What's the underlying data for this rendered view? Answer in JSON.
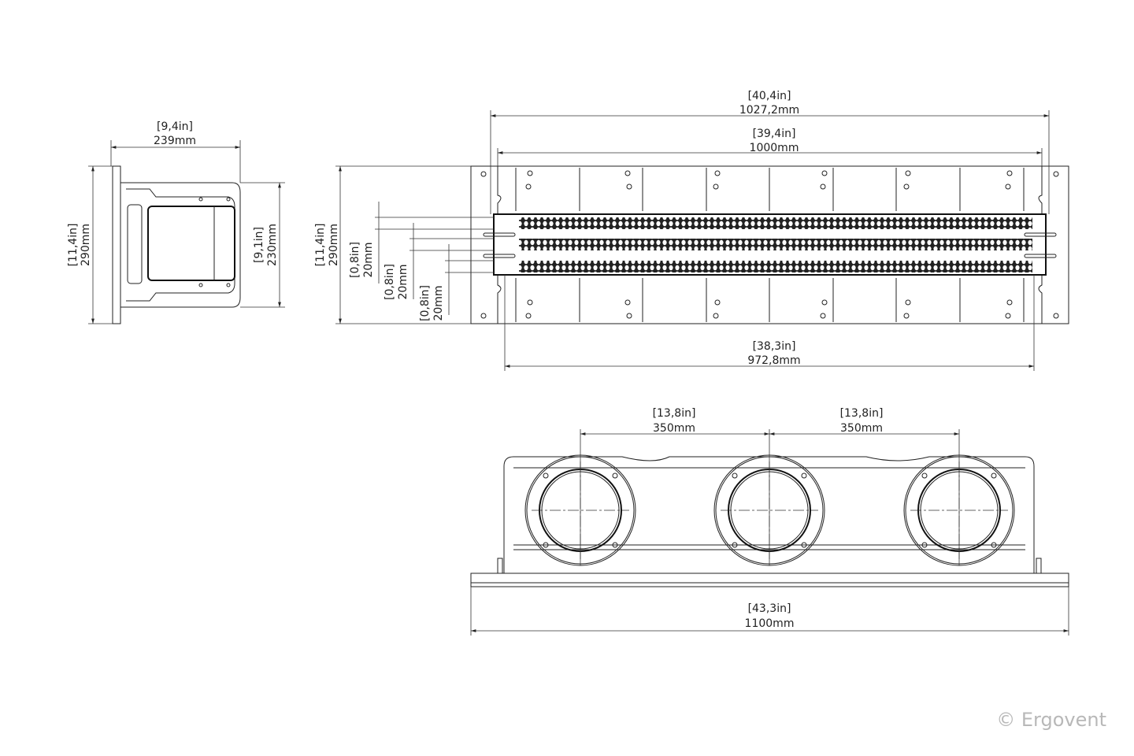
{
  "side_view": {
    "width_in": "[9,4in]",
    "width_mm": "239mm",
    "height_in": "[11,4in]",
    "height_mm": "290mm",
    "inner_in": "[9,1in]",
    "inner_mm": "230mm"
  },
  "top_view": {
    "overall_in": "[40,4in]",
    "overall_mm": "1027,2mm",
    "slot_in": "[39,4in]",
    "slot_mm": "1000mm",
    "bottom_in": "[38,3in]",
    "bottom_mm": "972,8mm",
    "height_in": "[11,4in]",
    "height_mm": "290mm",
    "gaps": [
      {
        "in": "[0,8in]",
        "mm": "20mm"
      },
      {
        "in": "[0,8in]",
        "mm": "20mm"
      },
      {
        "in": "[0,8in]",
        "mm": "20mm"
      }
    ]
  },
  "front_view": {
    "spacing": [
      {
        "in": "[13,8in]",
        "mm": "350mm"
      },
      {
        "in": "[13,8in]",
        "mm": "350mm"
      }
    ],
    "overall_in": "[43,3in]",
    "overall_mm": "1100mm"
  },
  "copyright": "© Ergovent"
}
